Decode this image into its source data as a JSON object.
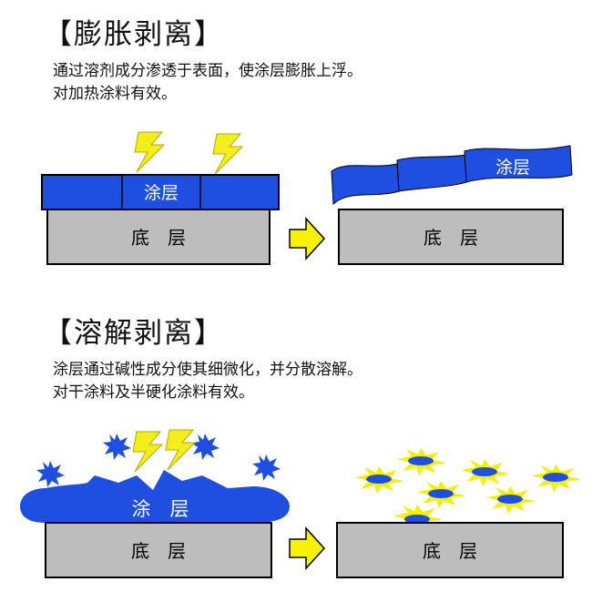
{
  "swelling": {
    "title": "【膨胀剥离】",
    "desc_line1": "通过溶剂成分渗透于表面，使涂层膨胀上浮。",
    "desc_line2": "对加热涂料有效。",
    "coating_label": "涂层",
    "substrate_before": "底　层",
    "coating_after": "涂层",
    "substrate_after": "底　层"
  },
  "dissolving": {
    "title": "【溶解剥离】",
    "desc_line1": "涂层通过碱性成分使其细微化，并分散溶解。",
    "desc_line2": "对干涂料及半硬化涂料有效。",
    "coating_label": "涂　层",
    "substrate_before": "底　层",
    "substrate_after": "底　层"
  },
  "colors": {
    "coating_blue": "#1e4fe0",
    "substrate_gray": "#bdbdbd",
    "arrow_yellow": "#f7f200",
    "lightning_yellow": "#f2ee1c",
    "burst_blue": "#1e4fe0",
    "dissolve_star": "#f4f000"
  },
  "icons": [
    "lightning-icon",
    "arrow-right-icon",
    "burst-icon",
    "dissolve-star-icon"
  ]
}
